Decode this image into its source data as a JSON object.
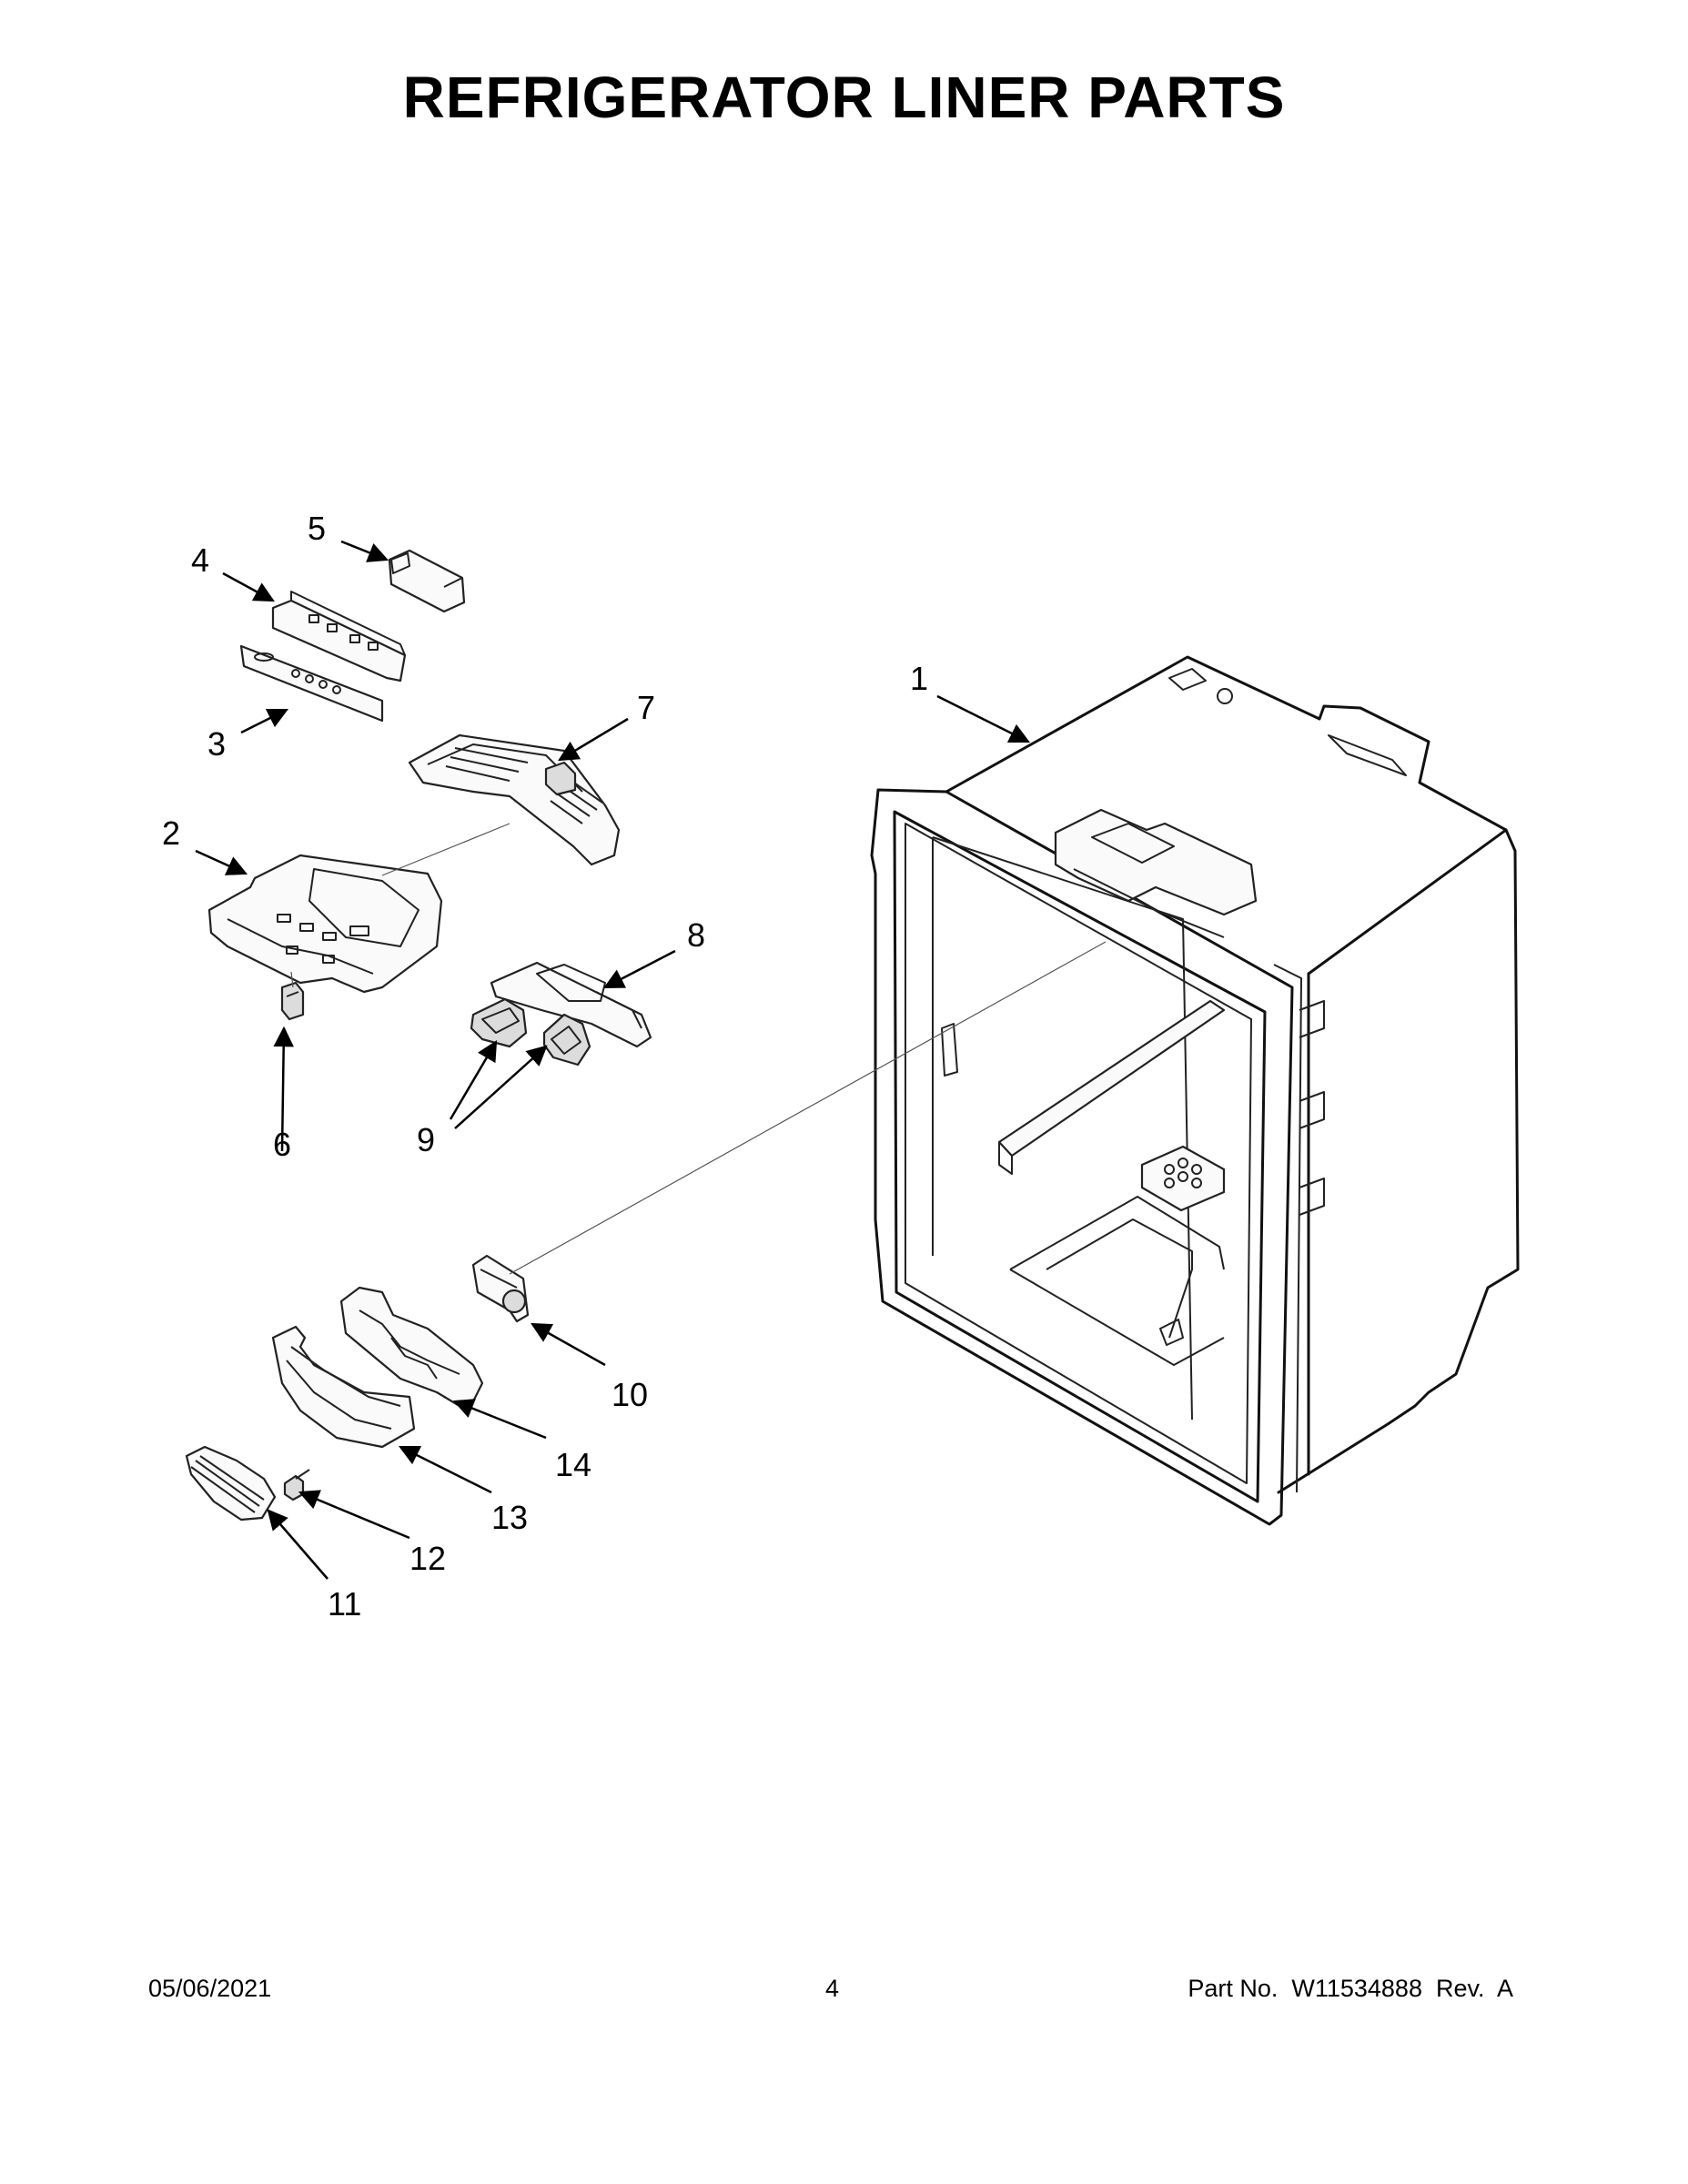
{
  "title": "REFRIGERATOR LINER PARTS",
  "callouts": [
    "1",
    "2",
    "3",
    "4",
    "5",
    "6",
    "7",
    "8",
    "9",
    "10",
    "11",
    "12",
    "13",
    "14"
  ],
  "footer": {
    "date": "05/06/2021",
    "page": "4",
    "part_label": "Part No.  W11534888  Rev.  A"
  }
}
